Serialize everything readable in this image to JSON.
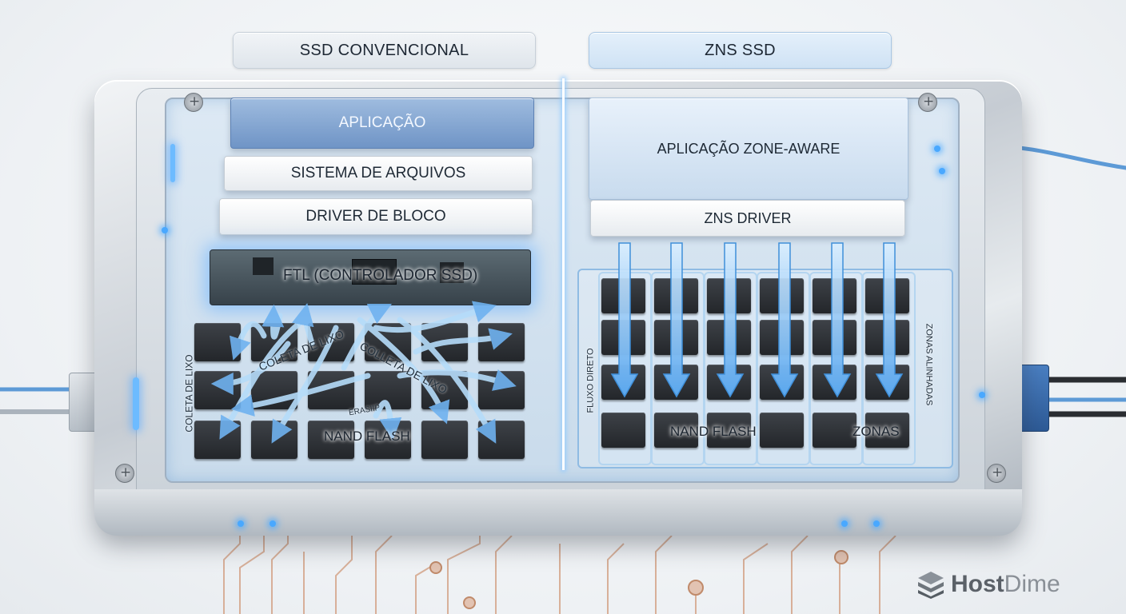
{
  "headers": {
    "left": "SSD CONVENCIONAL",
    "right": "ZNS SSD"
  },
  "left_stack": {
    "application": "APLICAÇÃO",
    "filesystem": "SISTEMA DE ARQUIVOS",
    "block_driver": "DRIVER DE BLOCO",
    "ftl": "FTL (CONTROLADOR SSD)",
    "gc_1": "COLETA DE LIXO",
    "gc_2": "COLLETA DE LIXO",
    "gc_side": "COLETA DE LIXO",
    "erase": "ERASIIP",
    "nand": "NAND FLASH"
  },
  "right_stack": {
    "application": "APLICAÇÃO ZONE-AWARE",
    "driver": "ZNS DRIVER",
    "direct_flow": "FLUXO DIRETO",
    "aligned_zones": "ZONAS ALINHADAS",
    "nand": "NAND FLASH",
    "zones": "ZONAS"
  },
  "brand": {
    "name_a": "Host",
    "name_b": "Dime"
  },
  "colors": {
    "accent_blue": "#49a8ff",
    "copper": "#c98860",
    "chip": "#2a2d31"
  }
}
